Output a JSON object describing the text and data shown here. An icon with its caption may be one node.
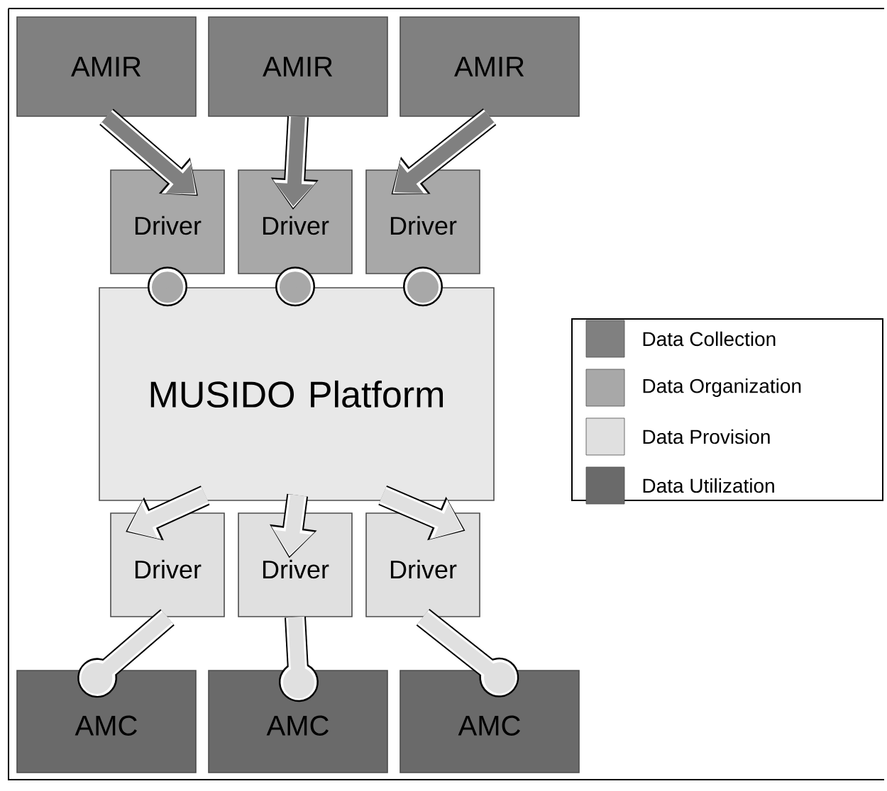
{
  "diagram": {
    "nodes": [
      {
        "text": [
          "AMIR"
        ]
      },
      {
        "text": [
          "AMIR"
        ]
      },
      {
        "text": [
          "AMIR"
        ]
      },
      {
        "text": [
          "Driver"
        ]
      },
      {
        "text": [
          "Driver"
        ]
      },
      {
        "text": [
          "Driver"
        ]
      },
      {
        "text": [
          "MUSIDO Platform"
        ]
      },
      {
        "text": [
          "Driver"
        ]
      },
      {
        "text": [
          "Driver"
        ]
      },
      {
        "text": [
          "Driver"
        ]
      },
      {
        "text": [
          "AMC"
        ]
      },
      {
        "text": [
          "AMC"
        ]
      },
      {
        "text": [
          "AMC"
        ]
      }
    ],
    "edges": [
      {
        "from": 0,
        "to": 3,
        "arrow": "to",
        "color": "#808080"
      },
      {
        "from": 1,
        "to": 4,
        "arrow": "to",
        "color": "#808080"
      },
      {
        "from": 2,
        "to": 5,
        "arrow": "to",
        "color": "#808080"
      },
      {
        "from": 3,
        "to": 6,
        "arrow": "other",
        "color": "#a8a8a8"
      },
      {
        "from": 4,
        "to": 6,
        "arrow": "other",
        "color": "#a8a8a8"
      },
      {
        "from": 5,
        "to": 6,
        "arrow": "other",
        "color": "#a8a8a8"
      },
      {
        "from": 6,
        "to": 7,
        "arrow": "to",
        "color": "#e0e0e0"
      },
      {
        "from": 6,
        "to": 8,
        "arrow": "to",
        "color": "#e0e0e0"
      },
      {
        "from": 6,
        "to": 9,
        "arrow": "to",
        "color": "#e0e0e0"
      },
      {
        "from": 7,
        "to": 10,
        "arrow": "other",
        "color": "#e0e0e0"
      },
      {
        "from": 8,
        "to": 11,
        "arrow": "other",
        "color": "#e0e0e0"
      },
      {
        "from": 9,
        "to": 12,
        "arrow": "other",
        "color": "#e0e0e0"
      }
    ],
    "legend": [
      {
        "text": "Data Collection",
        "color": "#808080"
      },
      {
        "text": "Data Organization",
        "color": "#a8a8a8"
      },
      {
        "text": "Data Provision",
        "color": "#e0e0e0"
      },
      {
        "text": "Data Utilization",
        "color": "#6a6a6a"
      }
    ]
  }
}
